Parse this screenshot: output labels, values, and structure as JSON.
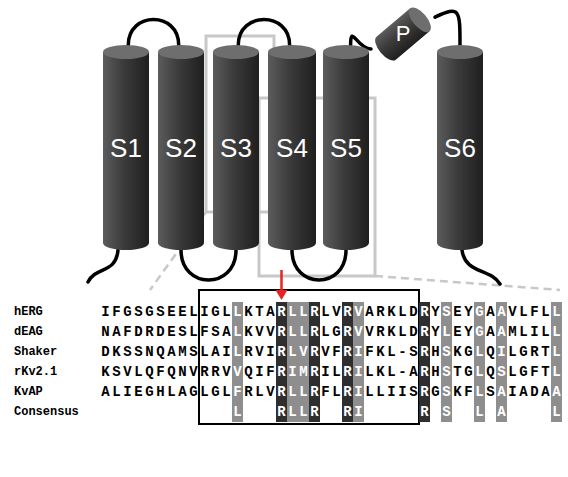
{
  "diagram": {
    "nodes": [
      {
        "text": [
          "S1"
        ]
      },
      {
        "text": [
          "S2"
        ]
      },
      {
        "text": [
          "S3"
        ]
      },
      {
        "text": [
          "S4"
        ]
      },
      {
        "text": [
          "S5"
        ]
      },
      {
        "text": [
          "P"
        ]
      },
      {
        "text": [
          "S6"
        ]
      }
    ],
    "edges": [
      {
        "from": 0,
        "to": 1,
        "arrow": "none"
      },
      {
        "from": 1,
        "to": 2,
        "arrow": "none"
      },
      {
        "from": 2,
        "to": 3,
        "arrow": "none"
      },
      {
        "from": 3,
        "to": 4,
        "arrow": "none"
      },
      {
        "from": 4,
        "to": 5,
        "arrow": "none"
      },
      {
        "from": 5,
        "to": 6,
        "arrow": "none"
      }
    ],
    "labels": [
      "hERG",
      "IFGSGSEELIGLLKTARLLRLVRVARKLDRYSEYGAAVLFLL",
      "dEAG",
      "NAFDRDESLFSALKVVRLLRLGRVVRKLDRYLEYGAAMLILL",
      "Shaker",
      "DKSSNQAMSLAILRVIRLVRVFRIFKL-SRHSKGLQILGRTL",
      "rKv2.1",
      "KSVLQFQNVRRVVQIFRIMRILRILKL-ARHSTGLQSLGFTL",
      "KvAP",
      "ALIEGHLAGLGLFRLVRLLRFLRILLIISRGSKFLSAIADAA",
      "Consensus",
      "L",
      "RLLR",
      "RI",
      "R",
      "S",
      "L",
      "A",
      "L"
    ]
  }
}
